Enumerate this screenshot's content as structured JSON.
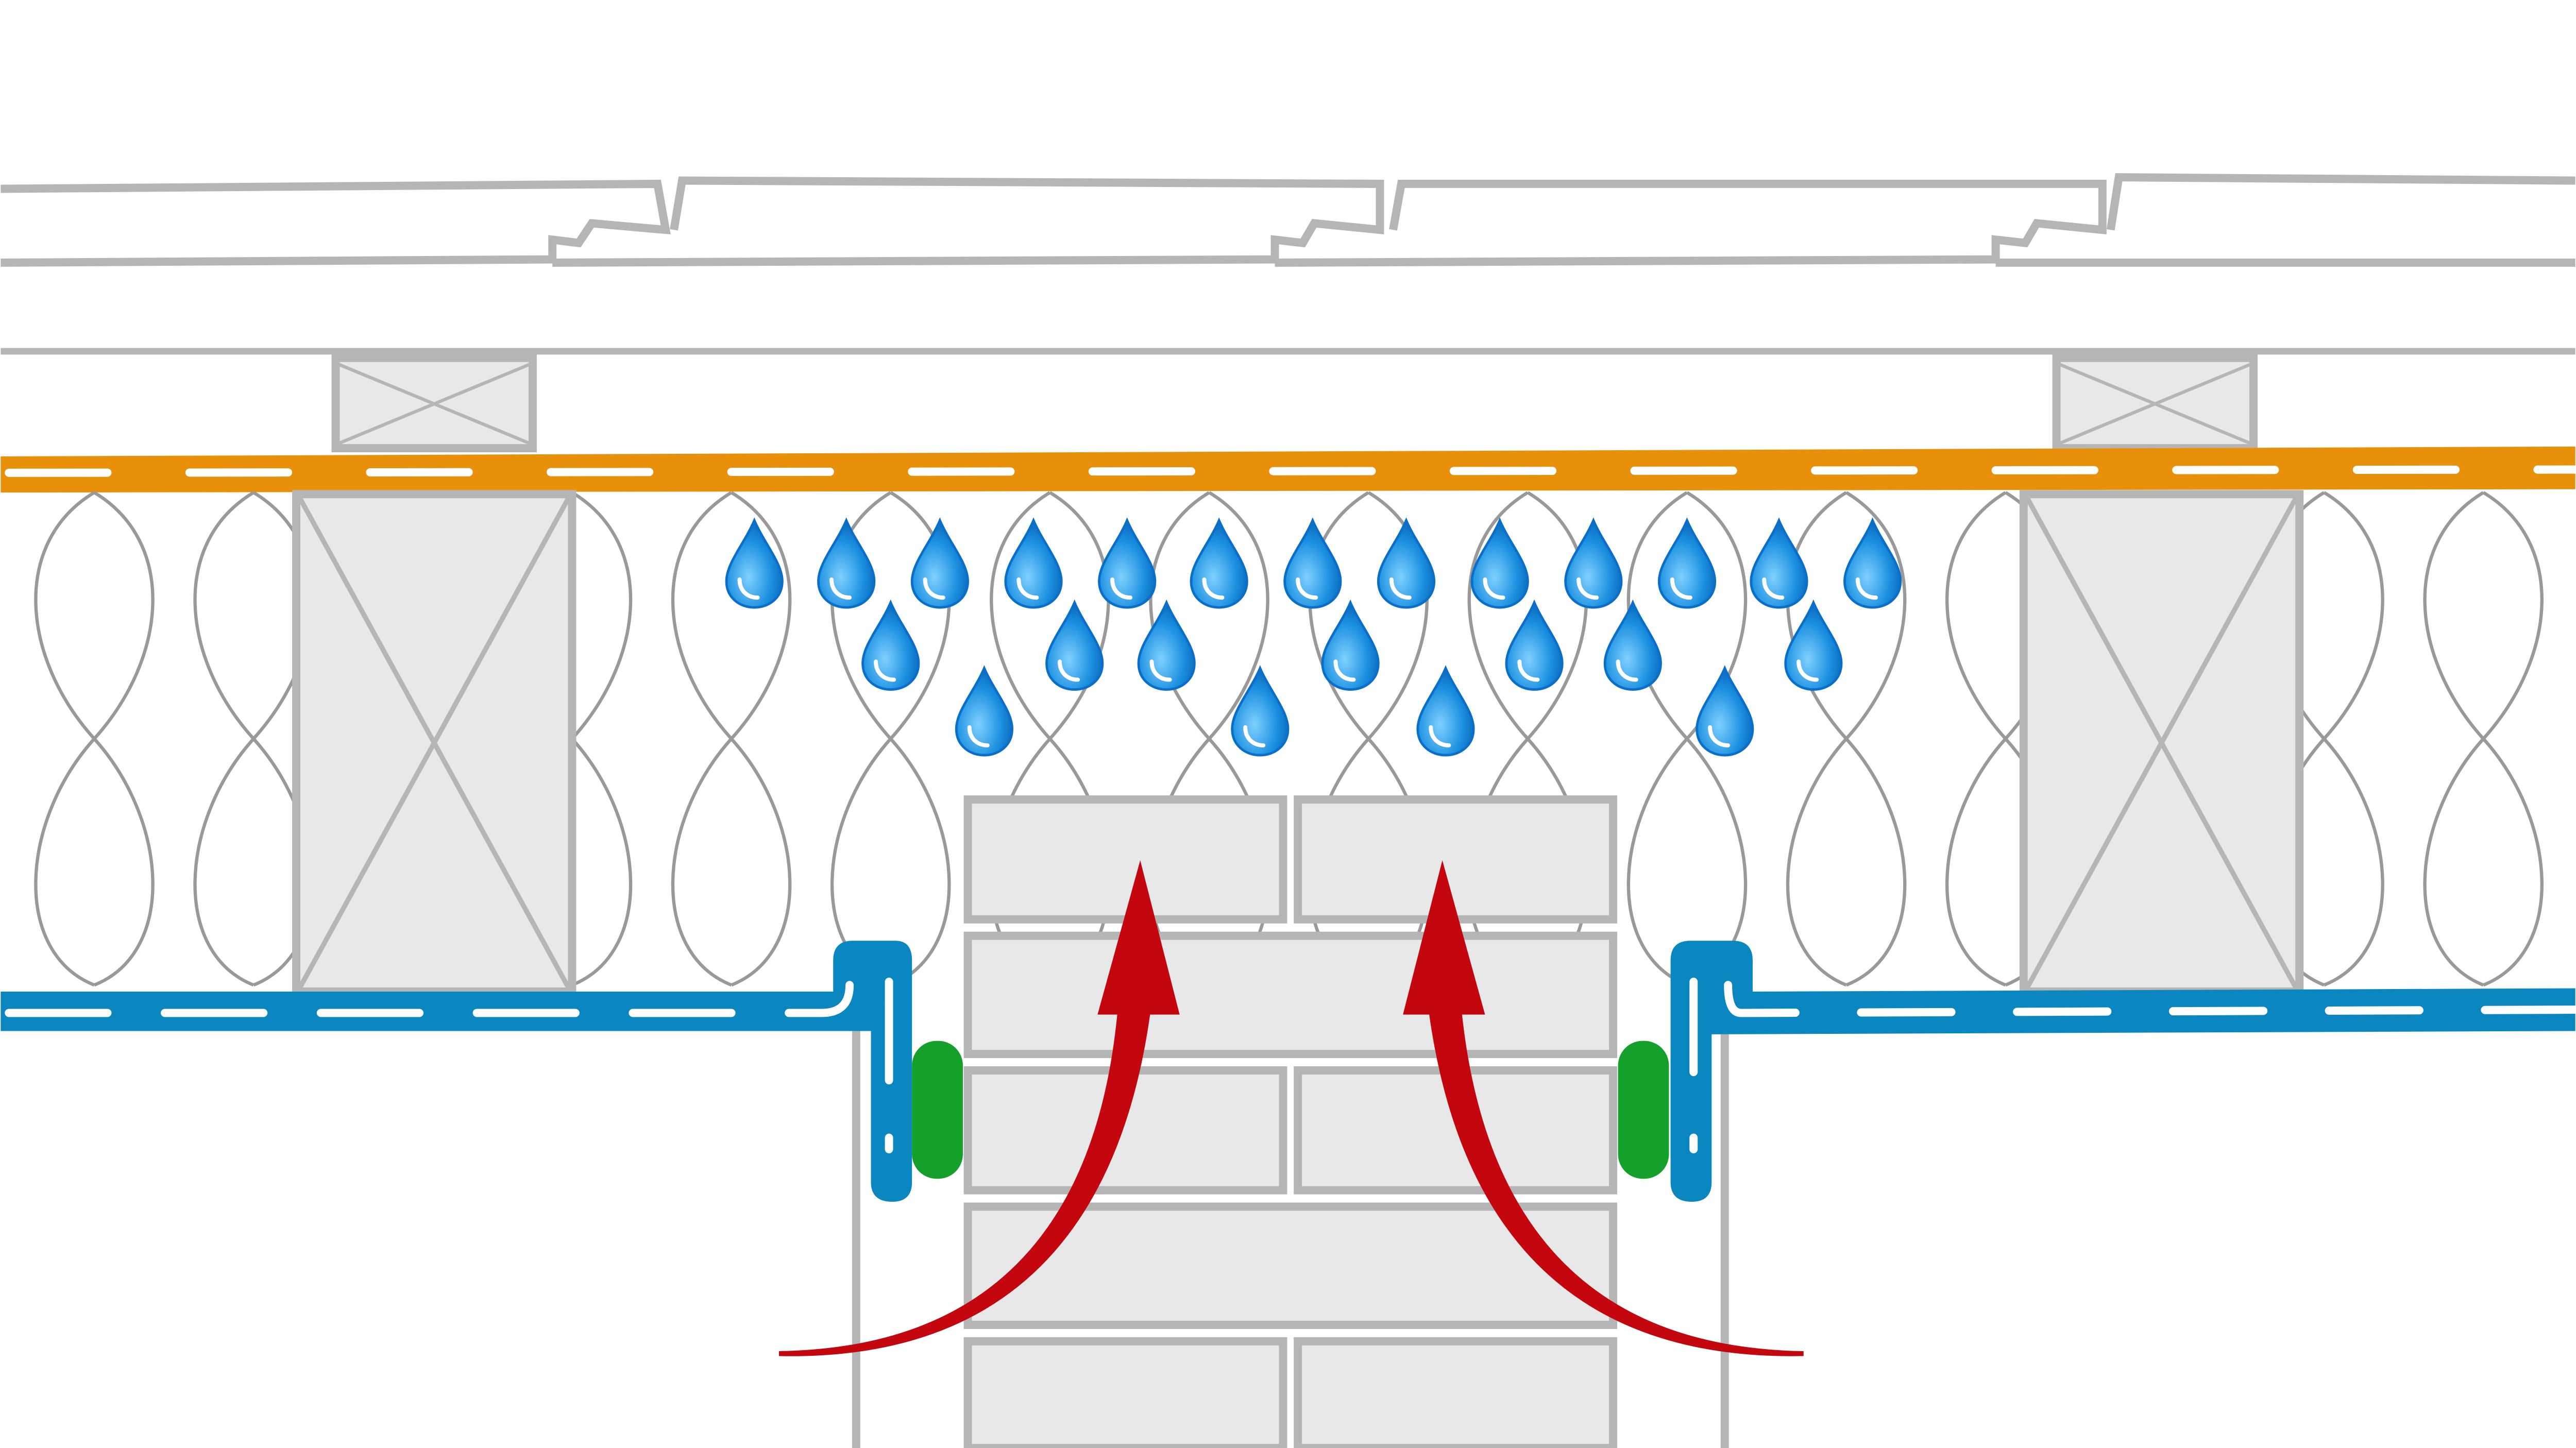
{
  "diagram": {
    "type": "roof-section-condensation",
    "colors": {
      "structure": "#b5b5b5",
      "wood_fill": "#e8e8e8",
      "vapour_permeable_membrane": "#e8900a",
      "vapour_barrier": "#0a86c0",
      "seal": "#14a02a",
      "airflow_arrow": "#c4060f",
      "water_drop": "#1a8fe0"
    },
    "water_drop_count": 24,
    "airflow_arrow_count": 2
  }
}
